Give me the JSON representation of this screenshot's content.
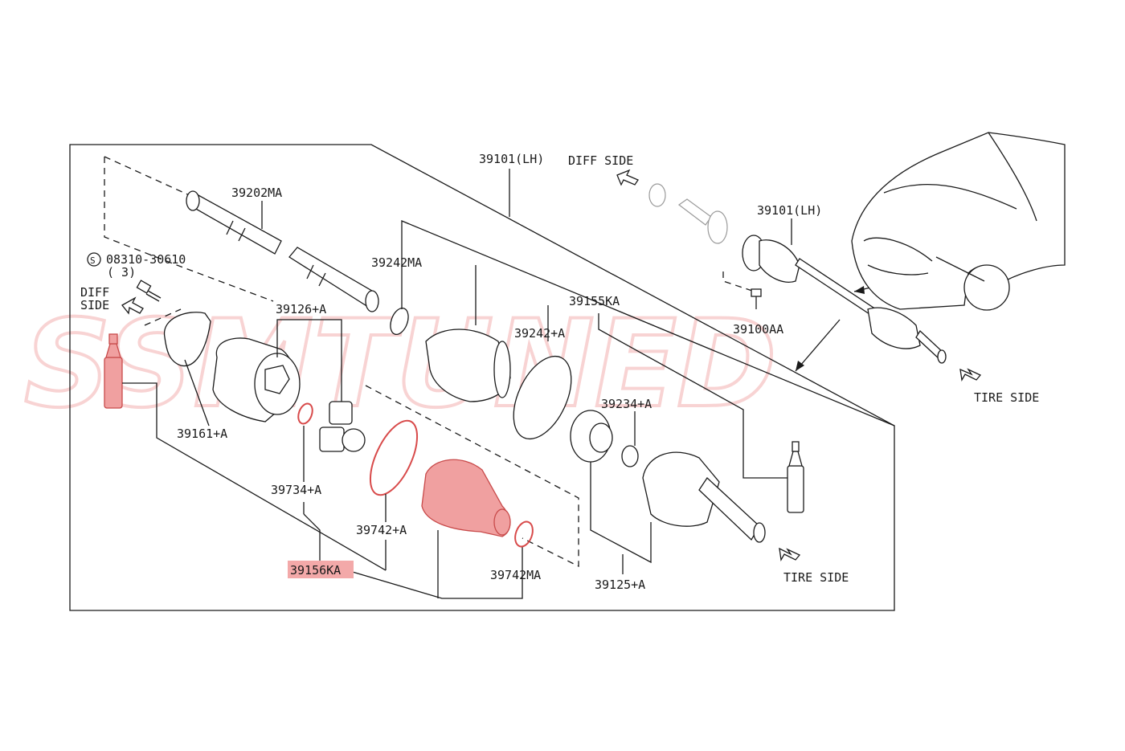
{
  "watermark": "SSMTUNED",
  "labels": {
    "p39202MA": "39202MA",
    "p08310": "08310-30610",
    "p08310_qty": "( 3)",
    "p08310_symbol": "S",
    "diff_side_left_1": "DIFF",
    "diff_side_left_2": "SIDE",
    "p39126A": "39126+A",
    "p39242MA": "39242MA",
    "p39101LH_top": "39101(LH)",
    "diff_side_top": "DIFF SIDE",
    "p39101LH_right": "39101(LH)",
    "p39155KA": "39155KA",
    "p39242A": "39242+A",
    "p39234A": "39234+A",
    "p39100AA": "39100AA",
    "tire_side_right": "TIRE SIDE",
    "p39161A": "39161+A",
    "p39734A": "39734+A",
    "p39742A": "39742+A",
    "p39156KA": "39156KA",
    "p39742MA": "39742MA",
    "p39125A": "39125+A",
    "tire_side_bottom": "TIRE SIDE"
  },
  "highlight_color": "#f3a9a9",
  "highlighted_part": "39156KA"
}
